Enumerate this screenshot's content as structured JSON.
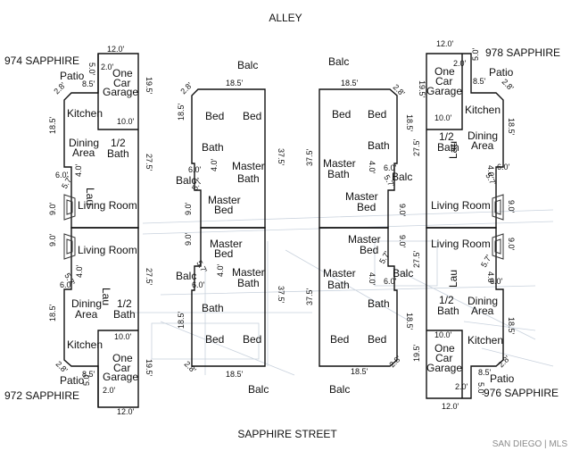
{
  "streets": {
    "top": "ALLEY",
    "bottom": "SAPPHIRE STREET"
  },
  "units": {
    "u974": "974 SAPPHIRE",
    "u972": "972 SAPPHIRE",
    "u978": "978 SAPPHIRE",
    "u976": "976 SAPPHIRE"
  },
  "rooms": {
    "patio": "Patio",
    "kitchen": "Kitchen",
    "dining": "Dining",
    "area": "Area",
    "half": "1/2",
    "bath": "Bath",
    "lau": "Lau",
    "living": "Living Room",
    "one": "One",
    "car": "Car",
    "garage": "Garage",
    "balc": "Balc",
    "bed": "Bed",
    "master": "Master"
  },
  "dims": {
    "d12": "12.0'",
    "d5": "5.0'",
    "d2": "2.0'",
    "d85": "8.5'",
    "d28": "2.8'",
    "d195": "19.5'",
    "d10": "10.0'",
    "d185": "18.5'",
    "d275": "27.5'",
    "d6": "6.0'",
    "d4": "4.0'",
    "d57": "5.7'",
    "d9": "9.0'",
    "d375": "37.5'"
  },
  "logo": "SAN DIEGO | MLS"
}
